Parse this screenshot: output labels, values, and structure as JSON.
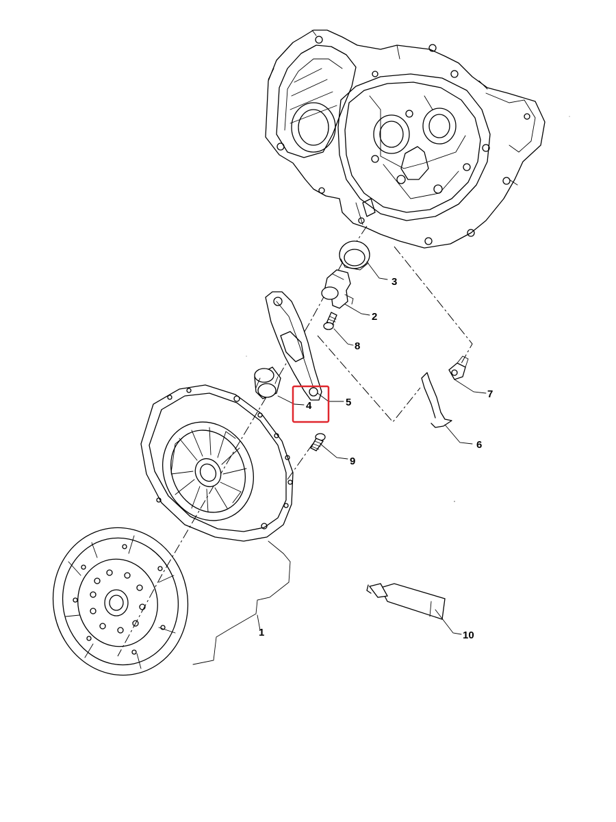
{
  "callouts": [
    {
      "id": "1",
      "label": "1"
    },
    {
      "id": "2",
      "label": "2"
    },
    {
      "id": "3",
      "label": "3"
    },
    {
      "id": "4",
      "label": "4"
    },
    {
      "id": "5",
      "label": "5"
    },
    {
      "id": "6",
      "label": "6"
    },
    {
      "id": "7",
      "label": "7"
    },
    {
      "id": "8",
      "label": "8"
    },
    {
      "id": "9",
      "label": "9"
    },
    {
      "id": "10",
      "label": "10"
    }
  ],
  "highlight": {
    "target": "4",
    "color": "#e0262d"
  }
}
